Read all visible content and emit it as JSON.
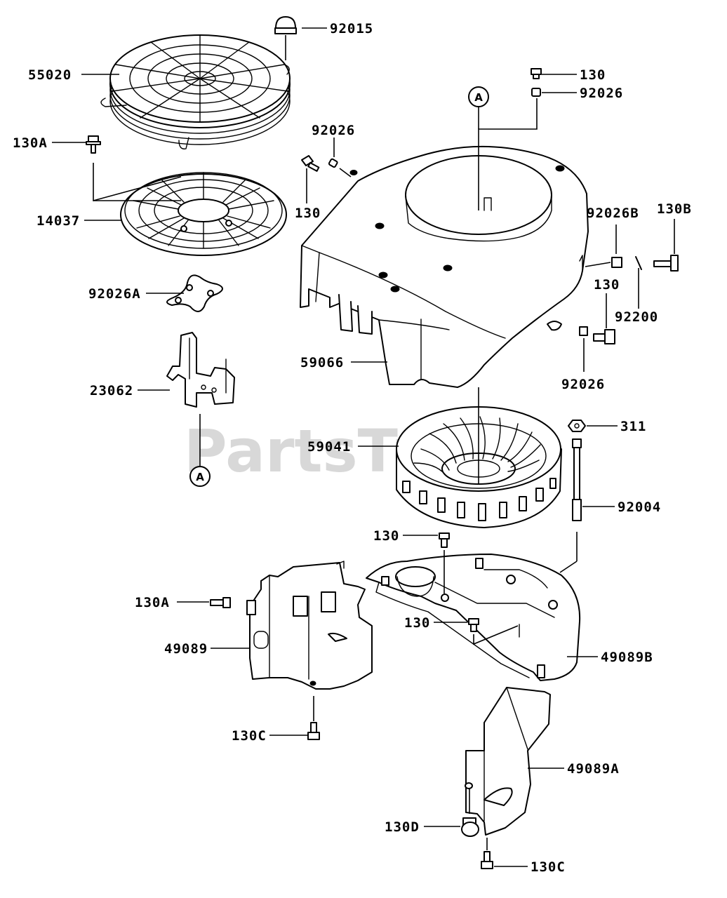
{
  "watermark": "PartsTree",
  "section_marker": "A",
  "callouts": {
    "c92015": "92015",
    "c55020": "55020",
    "c130A_top": "130A",
    "c14037": "14037",
    "c92026A": "92026A",
    "c23062": "23062",
    "c92026_left": "92026",
    "c130_left": "130",
    "c130_topright": "130",
    "c92026_topright": "92026",
    "c92026B": "92026B",
    "c130B": "130B",
    "c130_right": "130",
    "c92200": "92200",
    "c92026_bottom": "92026",
    "c59066": "59066",
    "c59041": "59041",
    "c311": "311",
    "c92004": "92004",
    "c130_mid": "130",
    "c130A_bottom": "130A",
    "c130_lower": "130",
    "c49089": "49089",
    "c49089B": "49089B",
    "c130C_left": "130C",
    "c49089A": "49089A",
    "c130D": "130D",
    "c130C_bottom": "130C"
  }
}
